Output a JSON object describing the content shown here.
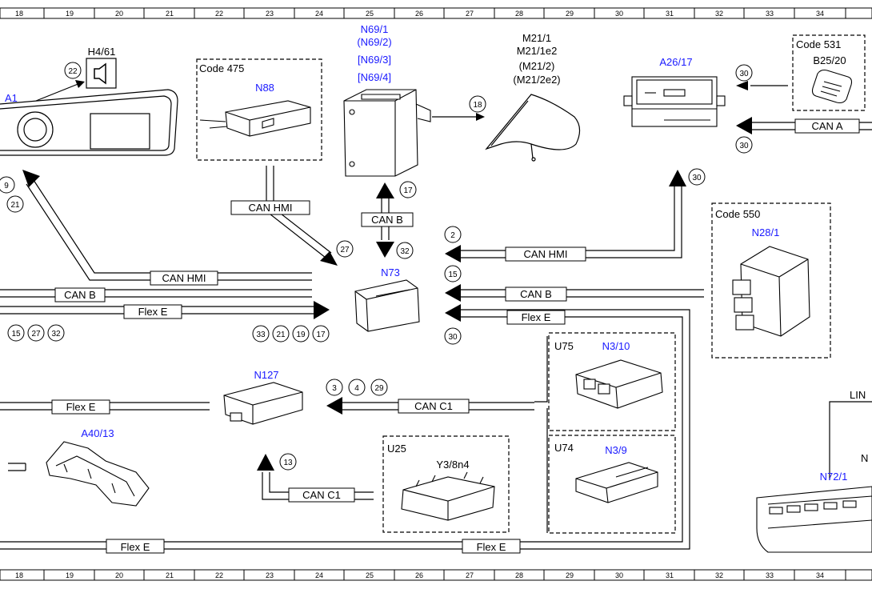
{
  "ruler": [
    "18",
    "19",
    "20",
    "21",
    "22",
    "23",
    "24",
    "25",
    "26",
    "27",
    "28",
    "29",
    "30",
    "31",
    "32",
    "33",
    "34"
  ],
  "components": {
    "a1": "A1",
    "h4_61": "H4/61",
    "code475": "Code 475",
    "n88": "N88",
    "n69_1": "N69/1",
    "n69_2": "(N69/2)",
    "n69_3": "[N69/3]",
    "n69_4": "[N69/4]",
    "m21_1": "M21/1",
    "m21_1e2": "M21/1e2",
    "m21_2": "(M21/2)",
    "m21_2e2": "(M21/2e2)",
    "a26_17": "A26/17",
    "code531": "Code 531",
    "b25_20": "B25/20",
    "code550": "Code 550",
    "n28_1": "N28/1",
    "n73": "N73",
    "u75": "U75",
    "n3_10": "N3/10",
    "u74": "U74",
    "n3_9": "N3/9",
    "n127": "N127",
    "a40_13": "A40/13",
    "u25": "U25",
    "y3_8n4": "Y3/8n4",
    "n72_1": "N72/1",
    "lin": "LIN",
    "n_partial": "N"
  },
  "buses": {
    "can_a": "CAN A",
    "can_hmi_1": "CAN HMI",
    "can_hmi_2": "CAN HMI",
    "can_hmi_3": "CAN HMI",
    "can_b_1": "CAN B",
    "can_b_2": "CAN B",
    "can_b_3": "CAN B",
    "flex_e_1": "Flex E",
    "flex_e_2": "Flex E",
    "flex_e_3": "Flex E",
    "flex_e_4": "Flex E",
    "flex_e_5": "Flex E",
    "can_c1_1": "CAN C1",
    "can_c1_2": "CAN C1"
  },
  "refs": {
    "r22": "22",
    "r30a": "30",
    "r30b": "30",
    "r30c": "30",
    "r30d": "30",
    "r18": "18",
    "r17a": "17",
    "r17b": "17",
    "r32a": "32",
    "r32b": "32",
    "r27a": "27",
    "r27b": "27",
    "r2": "2",
    "r15a": "15",
    "r15b": "15",
    "r9": "9",
    "r21a": "21",
    "r21b": "21",
    "r33": "33",
    "r19": "19",
    "r3": "3",
    "r4": "4",
    "r29": "29",
    "r13": "13"
  }
}
